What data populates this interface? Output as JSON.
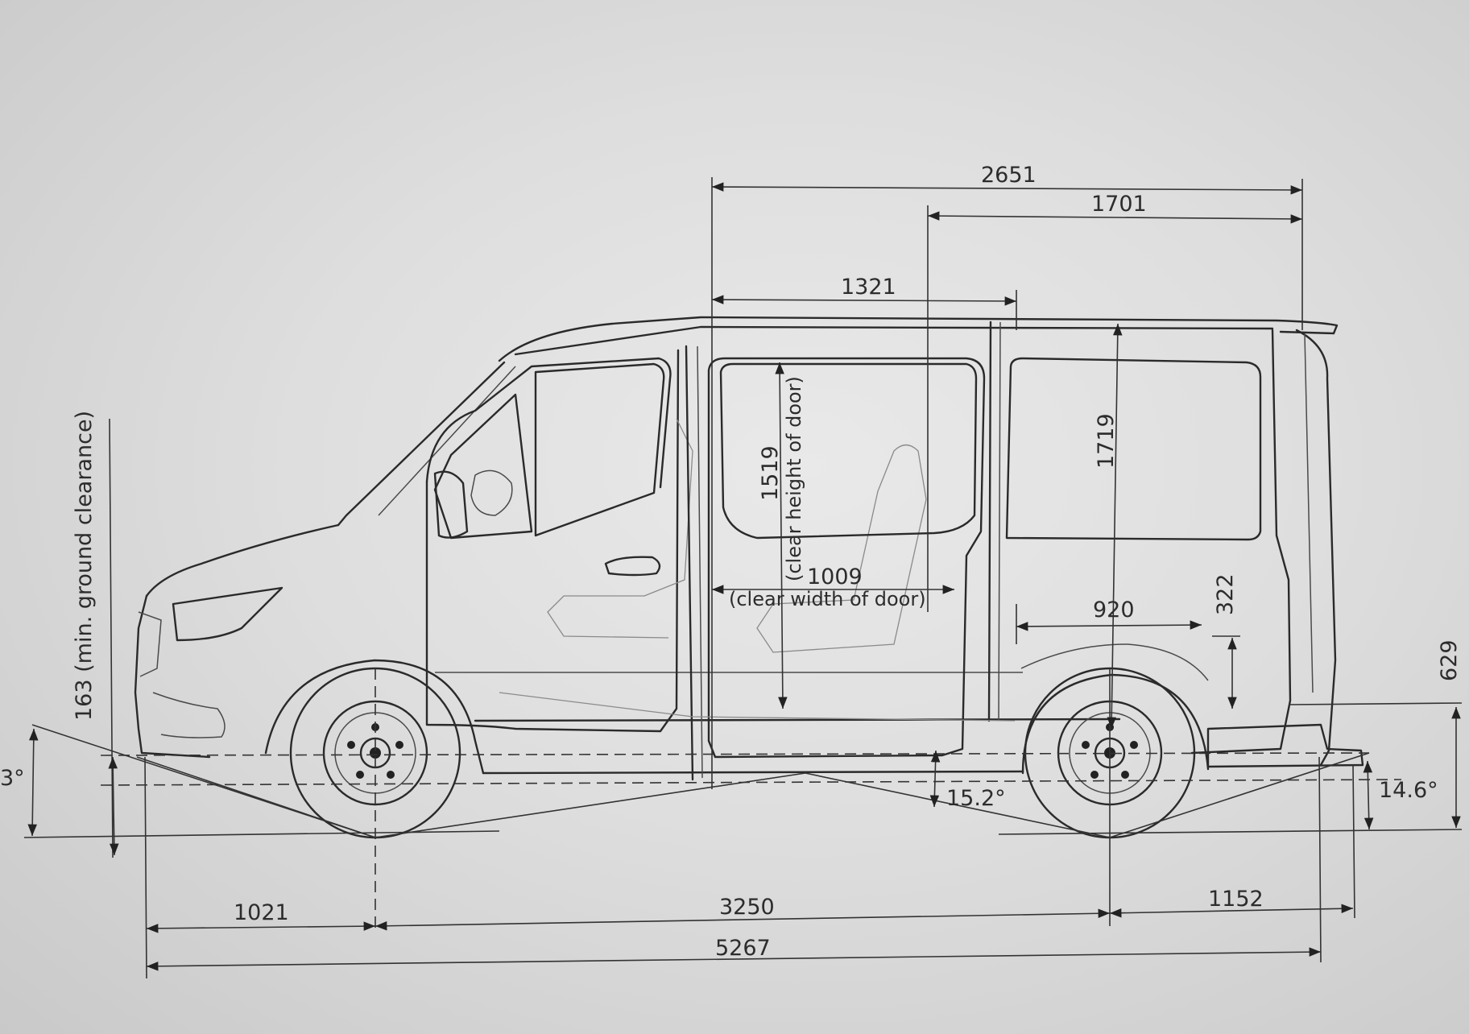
{
  "dimensions": {
    "d2651": "2651",
    "d1701": "1701",
    "d1321": "1321",
    "d1519": "1519",
    "door_height_label": "(clear height of door)",
    "d1009": "1009",
    "door_width_label": "(clear width of door)",
    "d1719": "1719",
    "d920": "920",
    "d322": "322",
    "d629": "629",
    "ground_clearance": "163 (min. ground clearance)",
    "approach_angle": "3°",
    "breakover_angle": "15.2°",
    "departure_angle": "14.6°",
    "d1021": "1021",
    "d3250": "3250",
    "d1152": "1152",
    "d5267": "5267"
  }
}
